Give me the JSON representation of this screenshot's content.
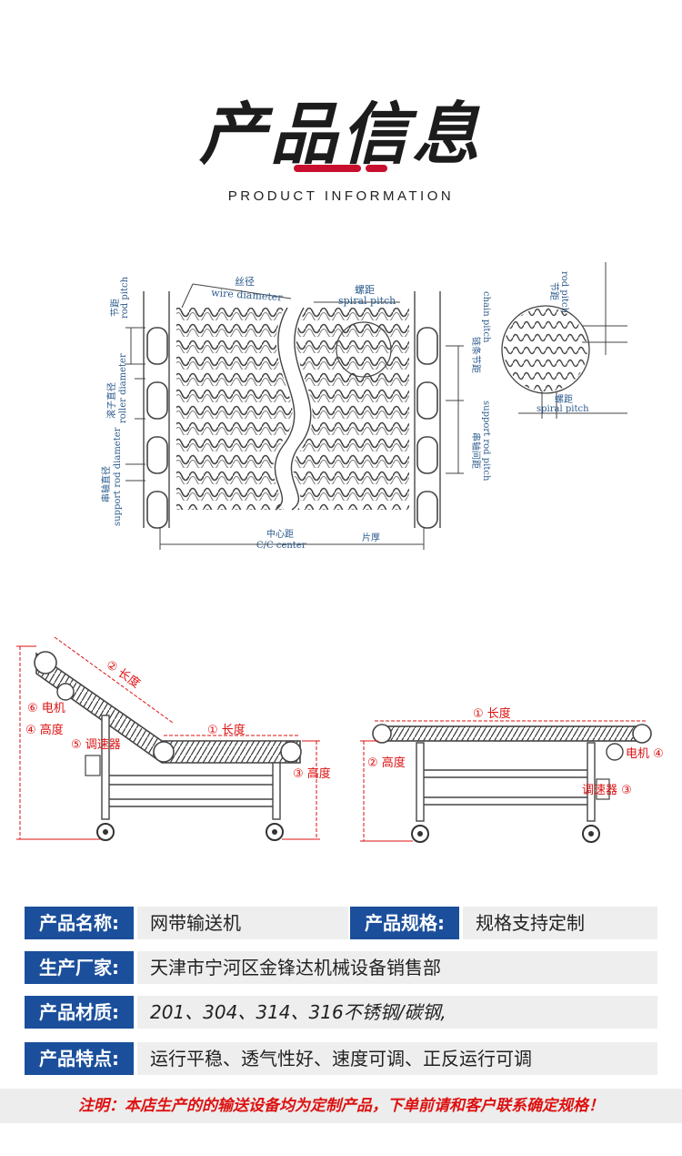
{
  "header": {
    "title": "产品信息",
    "subtitle": "PRODUCT INFORMATION"
  },
  "mesh_diagram": {
    "wire_diameter_cn": "丝径",
    "wire_diameter_en": "wire diameter",
    "spiral_pitch_cn": "螺距",
    "spiral_pitch_en": "spiral pitch",
    "rod_pitch_cn": "节距",
    "rod_pitch_en": "rod pitch",
    "roller_diameter_cn": "滚子直径",
    "roller_diameter_en": "roller diameter",
    "support_rod_diameter_cn": "串轴直径",
    "support_rod_diameter_en": "support rod diameter",
    "chain_pitch_cn": "链条节距",
    "chain_pitch_en": "chain pitch",
    "support_rod_pitch_cn": "串轴间距",
    "support_rod_pitch_en": "support rod pitch",
    "cc_center_cn": "中心距",
    "cc_center_en": "C/C center",
    "plate_thickness_cn": "片厚",
    "detail_rod_pitch_cn": "节距",
    "detail_rod_pitch_en": "rod pitch",
    "detail_spiral_pitch_cn": "螺距",
    "detail_spiral_pitch_en": "spiral pitch"
  },
  "conveyor_diagram": {
    "left": {
      "length_incline": "② 长度",
      "motor": "⑥ 电机",
      "height": "④ 高度",
      "speed_controller": "⑤ 调速器",
      "length_flat": "① 长度",
      "height_flat": "③ 高度"
    },
    "right": {
      "length": "① 长度",
      "height": "② 高度",
      "motor": "电机 ④",
      "speed_controller": "调速器 ③"
    }
  },
  "info": {
    "name_label": "产品名称:",
    "name_value": "网带输送机",
    "spec_label": "产品规格:",
    "spec_value": "规格支持定制",
    "maker_label": "生产厂家:",
    "maker_value": "天津市宁河区金锋达机械设备销售部",
    "material_label": "产品材质:",
    "material_value": "201、304、314、316不锈钢/碳钢,",
    "feature_label": "产品特点:",
    "feature_value": "运行平稳、透气性好、速度可调、正反运行可调"
  },
  "note": "注明：本店生产的的输送设备均为定制产品，下单前请和客户联系确定规格！",
  "colors": {
    "accent_red": "#c8102e",
    "label_blue": "#1b4f9c",
    "value_gray": "#eeeeee",
    "diagram_blue": "#2a5a8c"
  }
}
